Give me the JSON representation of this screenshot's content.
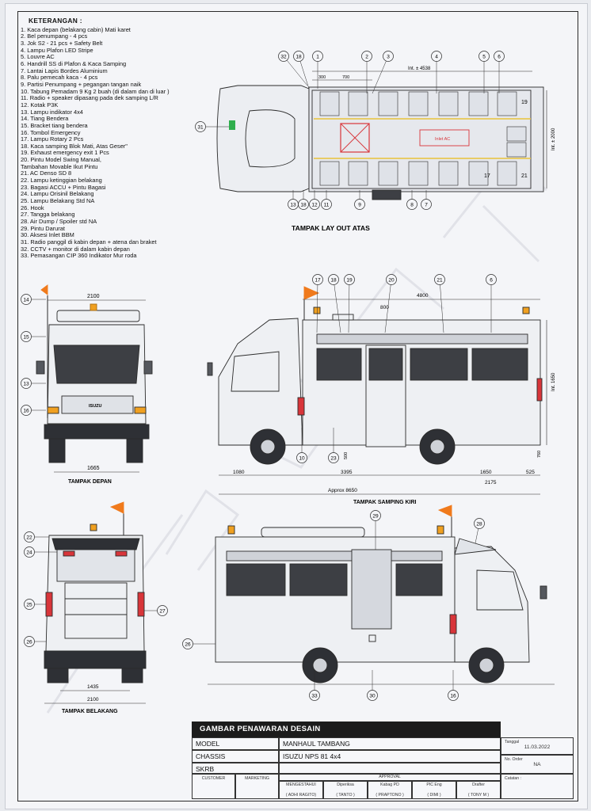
{
  "legend": {
    "title": "KETERANGAN :",
    "items": [
      "1. Kaca depan (belakang cabin) Mati karet",
      "2. Bel penumpang - 4 pcs",
      "3. Jok S2 - 21 pcs + Safety Belt",
      "4. Lampu Plafon LED Stripe",
      "5. Louvre AC",
      "6. Handrill SS di Plafon & Kaca Samping",
      "7. Lantai Lapis Bordes Aluminium",
      "8. Palu pemecah kaca - 4 pcs",
      "9. Partisi Penumpang + pegangan tangan naik",
      "10. Tabung Pemadam 9 Kg 2 buah (di dalam dan di luar )",
      "11. Radio + speaker dipasang pada dek samping L/R",
      "12. Kotak P3K",
      "13. Lampu indikator 4x4",
      "14. Tiang Bendera",
      "15. Bracket tiang bendera",
      "16. Tombol Emergency",
      "17. Lampu Rotary 2 Pcs",
      "18. Kaca samping Blok Mati, Atas Geser\"",
      "19. Exhaust emergency exit  1 Pcs",
      "20. Pintu Model Swing Manual,",
      "     Tambahan Movable Ikut Pintu",
      "21. AC Denso  SD 8",
      "22. Lampu ketinggian belakang",
      "23. Bagasi ACCU + Pintu Bagasi",
      "24. Lampu Orisinil Belakang",
      "25. Lampu Belakang Std NA",
      "26. Hook",
      "27. Tangga belakang",
      "28. Air Dump / Spoiler std NA",
      "29. Pintu Darurat",
      "30. Aksesi Inlet BBM",
      "31. Radio panggil di kabin depan + atena dan braket",
      "32. CCTV + monitor di dalam kabin depan",
      "33. Pemasangan CIP 360 Indikator Mur roda"
    ]
  },
  "views": {
    "top": "TAMPAK LAY OUT ATAS",
    "front": "TAMPAK DEPAN",
    "rear": "TAMPAK BELAKANG",
    "side_left": "TAMPAK SAMPING KIRI"
  },
  "dims": {
    "top_int_len": "Int. ± 4538",
    "top_int_width": "Int. ± 2000",
    "top_d1": "300",
    "top_d2": "700",
    "inlet_ac": "Inlet AC",
    "front_width": "2100",
    "front_track": "1665",
    "rear_track": "1435",
    "rear_width": "2100",
    "side_roof": "4800",
    "side_door": "800",
    "side_int_h": "Int. 1650",
    "side_ground": "760",
    "side_step": "500",
    "side_1": "1080",
    "side_2": "3395",
    "side_3": "1650",
    "side_4": "525",
    "side_5": "2175",
    "side_total": "Approx 8650",
    "grille_brand": "ISUZU"
  },
  "callouts": {
    "top_upper": [
      "32",
      "18",
      "1",
      "2",
      "3",
      "4",
      "5",
      "6"
    ],
    "top_lower": [
      "13",
      "18",
      "12",
      "11",
      "9",
      "8",
      "7"
    ],
    "top_left": "31",
    "seat_numbers": [
      "19",
      "17",
      "21"
    ],
    "front": [
      "14",
      "15",
      "13",
      "16"
    ],
    "side_top": [
      "17",
      "18",
      "19",
      "20",
      "21",
      "6"
    ],
    "side_bottom": [
      "10",
      "23"
    ],
    "rear": [
      "22",
      "24",
      "25",
      "26",
      "27"
    ],
    "rs_top": [
      "29",
      "28"
    ],
    "rs_left": "26",
    "rs_bottom": [
      "33",
      "30",
      "16"
    ]
  },
  "title_block": {
    "header": "GAMBAR PENAWARAN DESAIN",
    "rows": [
      {
        "label": "MODEL",
        "value": "MANHAUL TAMBANG"
      },
      {
        "label": "CHASSIS",
        "value": "ISUZU NPS 81 4x4"
      },
      {
        "label": "SKRB",
        "value": ""
      }
    ],
    "tanggal_label": "Tanggal",
    "tanggal": "11.03.2022",
    "no_order_label": "No. Order",
    "no_order": "NA",
    "catatan_label": "Catatan :",
    "customer": "CUSTOMER",
    "marketing": "MARKETING",
    "approval": "APPROVAL",
    "approvers": [
      {
        "role": "MENGESTAHUI",
        "name": "( ADHI RAGITO)"
      },
      {
        "role": "Diperiksa",
        "name": "( TANTO )"
      },
      {
        "role": "Kabag PD",
        "name": "( PRAPTONO )"
      },
      {
        "role": "PIC Eng",
        "name": "( DIMI )"
      },
      {
        "role": "Drafter",
        "name": "( TONY M )"
      }
    ]
  },
  "colors": {
    "line": "#2b2b2b",
    "window": "#3d3f44",
    "flag": "#f07a1c",
    "amber": "#f0a020",
    "tail_red": "#d8353a",
    "green_box": "#2fae4d",
    "yellow_rail": "#e8c23a",
    "watermark": "#c9ccd5"
  }
}
